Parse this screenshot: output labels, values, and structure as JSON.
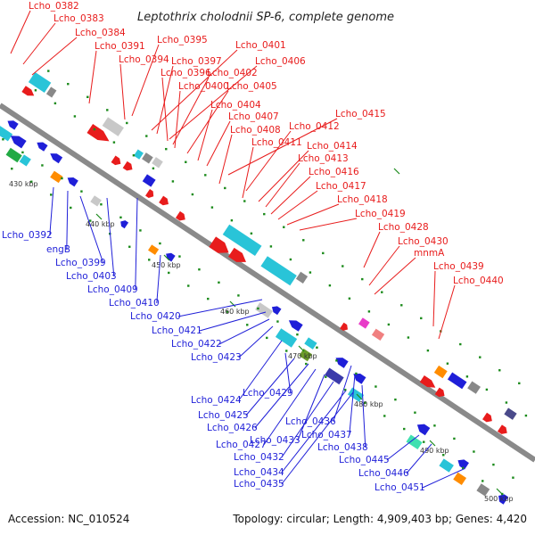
{
  "title": "Leptothrix cholodnii SP-6, complete genome",
  "footer": {
    "accession": "Accession: NC_010524",
    "summary": "Topology: circular; Length: 4,909,403 bp; Genes: 4,420"
  },
  "colors": {
    "forward": "#e81c1c",
    "reverse": "#1f1fd8",
    "backbone": "#8a8a8a",
    "tick": "#1a8a1a"
  },
  "ticks": [
    "430 kbp",
    "440 kbp",
    "450 kbp",
    "460 kbp",
    "470 kbp",
    "480 kbp",
    "490 kbp",
    "500 kbp"
  ],
  "forward_labels": [
    "Lcho_0382",
    "Lcho_0383",
    "Lcho_0384",
    "Lcho_0391",
    "Lcho_0395",
    "Lcho_0394",
    "Lcho_0401",
    "Lcho_0397",
    "Lcho_0406",
    "Lcho_0396",
    "Lcho_0402",
    "Lcho_0400",
    "Lcho_0405",
    "Lcho_0404",
    "Lcho_0407",
    "Lcho_0415",
    "Lcho_0408",
    "Lcho_0412",
    "Lcho_0411",
    "Lcho_0414",
    "Lcho_0413",
    "Lcho_0416",
    "Lcho_0417",
    "Lcho_0418",
    "Lcho_0419",
    "Lcho_0428",
    "Lcho_0430",
    "mnmA",
    "Lcho_0439",
    "Lcho_0440"
  ],
  "reverse_labels": [
    "Lcho_0392",
    "engB",
    "Lcho_0399",
    "Lcho_0403",
    "Lcho_0409",
    "Lcho_0410",
    "Lcho_0420",
    "Lcho_0421",
    "Lcho_0422",
    "Lcho_0423",
    "Lcho_0424",
    "Lcho_0429",
    "Lcho_0425",
    "Lcho_0426",
    "Lcho_0427",
    "Lcho_0436",
    "Lcho_0433",
    "Lcho_0437",
    "Lcho_0432",
    "Lcho_0438",
    "Lcho_0445",
    "Lcho_0434",
    "Lcho_0435",
    "Lcho_0446",
    "Lcho_0451"
  ]
}
